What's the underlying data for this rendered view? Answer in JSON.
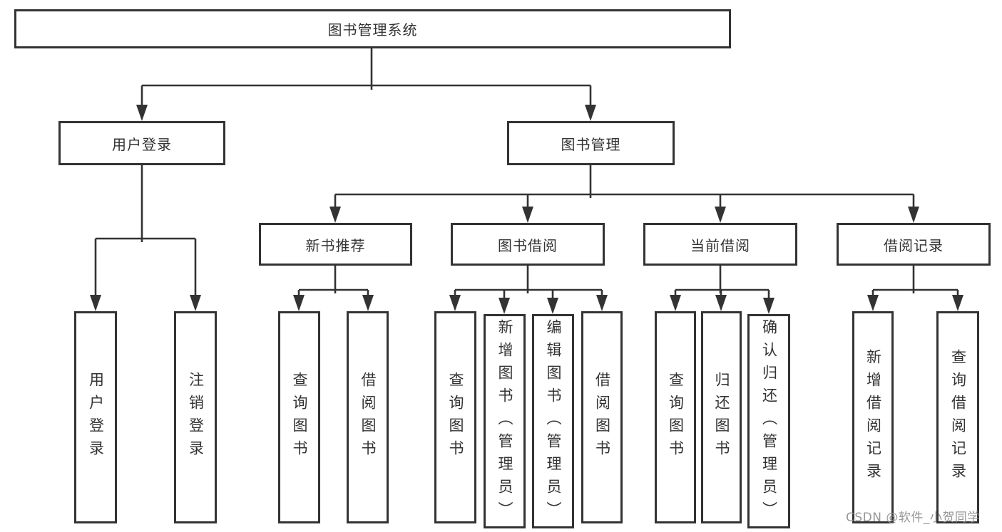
{
  "diagram": {
    "root": {
      "label": "图书管理系统",
      "children": [
        {
          "label": "用户登录",
          "children": [
            {
              "label": "用户登录"
            },
            {
              "label": "注销登录"
            }
          ]
        },
        {
          "label": "图书管理",
          "children": [
            {
              "label": "新书推荐",
              "children": [
                {
                  "label": "查询图书"
                },
                {
                  "label": "借阅图书"
                }
              ]
            },
            {
              "label": "图书借阅",
              "children": [
                {
                  "label": "查询图书"
                },
                {
                  "label": "新增图书（管理员）"
                },
                {
                  "label": "编辑图书（管理员）"
                },
                {
                  "label": "借阅图书"
                }
              ]
            },
            {
              "label": "当前借阅",
              "children": [
                {
                  "label": "查询图书"
                },
                {
                  "label": "归还图书"
                },
                {
                  "label": "确认归还（管理员）"
                }
              ]
            },
            {
              "label": "借阅记录",
              "children": [
                {
                  "label": "新增借阅记录"
                },
                {
                  "label": "查询借阅记录"
                }
              ]
            }
          ]
        }
      ]
    }
  },
  "watermark": {
    "text": "CSDN @软件_小贺同学"
  },
  "colors": {
    "line": "#333333",
    "text": "#333333",
    "background": "#ffffff",
    "watermark": "#919191"
  }
}
